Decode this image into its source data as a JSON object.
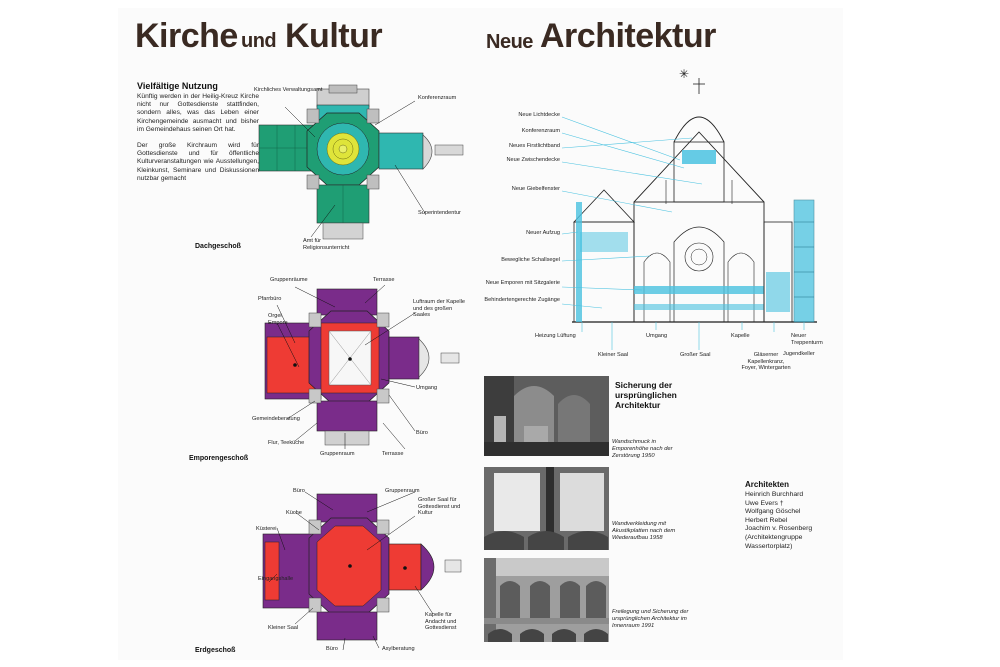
{
  "titles": {
    "left_big_1": "Kirche",
    "left_small": "und",
    "left_big_2": "Kultur",
    "right_small": "Neue",
    "right_big": "Architektur"
  },
  "intro": {
    "heading": "Vielfältige Nutzung",
    "p1": "Künftig werden in der Heilig-Kreuz Kirche nicht nur Gottesdienste stattfinden, sondern alles, was das Leben einer Kirchengemeinde ausmacht und bisher im Gemeindehaus seinen Ort hat.",
    "p2": "Der große Kirchraum wird für Gottesdienste und für öffentliche Kulturveranstaltungen wie Ausstellungen, Kleinkunst, Seminare und Diskussionen nutzbar gemacht"
  },
  "floors": {
    "dach": "Dachgeschoß",
    "empore": "Emporengeschoß",
    "erd": "Erdgeschoß"
  },
  "dach_labels": {
    "verwaltung": "Kirchliches Verwaltungsamt",
    "konferenz": "Konferenzraum",
    "superintendentur": "Superintendentur",
    "amt": "Amt für Religionsunterricht"
  },
  "empore_labels": {
    "gruppenraeume": "Gruppenräume",
    "terrasse_top": "Terrasse",
    "pfarrbuero": "Pfarrbüro",
    "orgel": "Orgel Empore",
    "luftraum": "Luftraum der Kapelle und des großen Saales",
    "umgang": "Umgang",
    "buero": "Büro",
    "gemeinde": "Gemeindeberatung",
    "flur": "Flur, Teeküche",
    "gruppenraum": "Gruppenraum",
    "terrasse_bottom": "Terrasse"
  },
  "erd_labels": {
    "buero_top": "Büro",
    "gruppenraum": "Gruppenraum",
    "kueche": "Küche",
    "grosser_saal": "Großer Saal für Gottesdienst und Kultur",
    "kuesterei": "Küsterei",
    "eingangshalle": "Eingangshalle",
    "kleiner_saal": "Kleiner Saal",
    "kapelle": "Kapelle für Andacht und Gottesdienst",
    "buero_bottom": "Büro",
    "asyl": "Asylberatung"
  },
  "section_labels_left": {
    "l1": "Neue Lichtdecke",
    "l2": "Konferenzraum",
    "l3": "Neues Firstlichtband",
    "l4": "Neue Zwischendecke",
    "l5": "Neue Giebelfenster",
    "l6": "Neuer Aufzug",
    "l7": "Bewegliche Schallsegel",
    "l8": "Neue Emporen mit Sitzgalerie",
    "l9": "Behindertengerechte Zugänge"
  },
  "section_labels_bottom": {
    "heizung": "Heizung Lüftung",
    "kleiner_saal": "Kleiner Saal",
    "umgang": "Umgang",
    "grosser_saal": "Großer Saal",
    "kapelle": "Kapelle",
    "glaeserner": "Gläserner Kapellenkranz, Foyer, Wintergarten",
    "treppenturm": "Neuer Treppenturm",
    "jugendkeller": "Jugendkeller"
  },
  "sicherung": {
    "heading": "Sicherung der ursprünglichen Architektur",
    "cap1": "Wandschmuck in Emporenhöhe nach der Zerstörung 1950",
    "cap2": "Wandverkleidung mit Akustikplatten nach dem Wiederaufbau 1958",
    "cap3": "Freilegung und Sicherung der ursprünglichen Architektur im Innenraum 1991"
  },
  "architekten": {
    "heading": "Architekten",
    "names": [
      "Heinrich Burchhard",
      "Uwe Evers †",
      "Wolfgang Göschel",
      "Herbert Rebel",
      "Joachim v. Rosenberg",
      "(Architektengruppe",
      "Wassertorplatz)"
    ]
  },
  "colors": {
    "green": "#1f9e74",
    "teal": "#2fb7b0",
    "yellow": "#dfe43a",
    "purple": "#7a2c8a",
    "red": "#ee3b34",
    "cyan": "#4ac2e0",
    "title_brown": "#3a2a22"
  },
  "section_marks": {
    "star": "✳"
  }
}
